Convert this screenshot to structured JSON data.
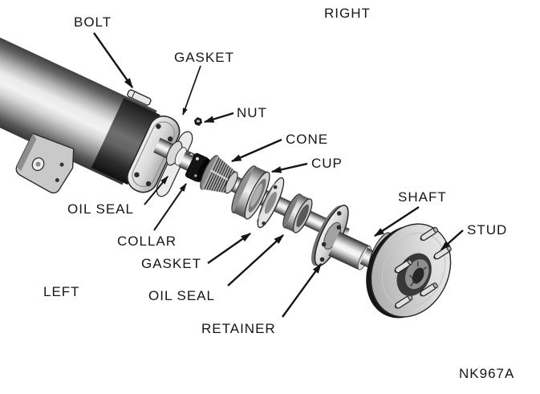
{
  "figure": {
    "code": "NK967A",
    "side_labels": {
      "right": "RIGHT",
      "left": "LEFT"
    },
    "parts": [
      {
        "id": "bolt",
        "label": "BOLT"
      },
      {
        "id": "gasket-housing",
        "label": "GASKET"
      },
      {
        "id": "nut",
        "label": "NUT"
      },
      {
        "id": "cone",
        "label": "CONE"
      },
      {
        "id": "cup",
        "label": "CUP"
      },
      {
        "id": "oil-seal-inner",
        "label": "OIL SEAL"
      },
      {
        "id": "collar",
        "label": "COLLAR"
      },
      {
        "id": "gasket-retainer",
        "label": "GASKET"
      },
      {
        "id": "oil-seal-outer",
        "label": "OIL SEAL"
      },
      {
        "id": "retainer",
        "label": "RETAINER"
      },
      {
        "id": "shaft",
        "label": "SHAFT"
      },
      {
        "id": "stud",
        "label": "STUD"
      }
    ],
    "colors": {
      "background": "#ffffff",
      "ink": "#161616"
    }
  }
}
